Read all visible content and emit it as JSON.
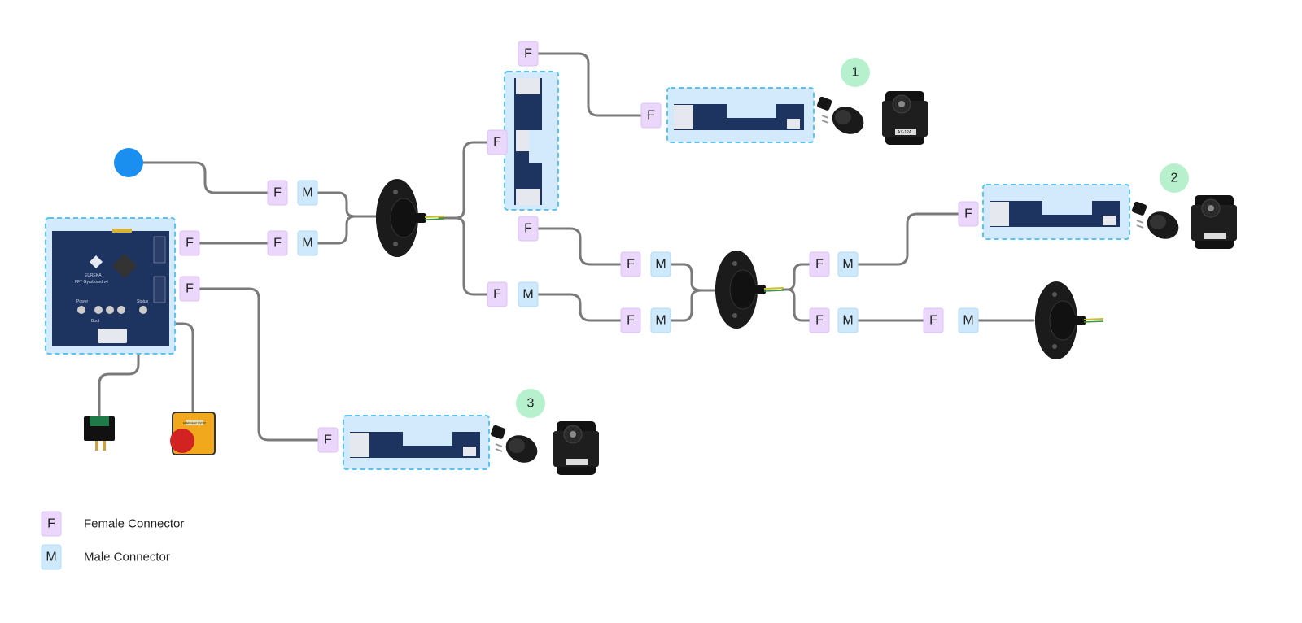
{
  "connectors": [
    "F",
    "M",
    "F",
    "F",
    "M",
    "F",
    "F",
    "F",
    "F",
    "F",
    "F",
    "M",
    "F",
    "M",
    "F",
    "M",
    "F",
    "M",
    "F",
    "M",
    "F",
    "M",
    "F",
    "F"
  ],
  "markers": [
    "1",
    "2",
    "3"
  ],
  "board": {
    "logo_text": "EUREKA",
    "label": "FFT Gyroboard v4",
    "power_label": "Power",
    "status_label": "Status",
    "boot_label": "Boot"
  },
  "servo": {
    "model_label": "AX-12A"
  },
  "estop": {
    "label": "EMERGENCY STOP"
  },
  "legend": {
    "female": {
      "badge": "F",
      "label": "Female Connector"
    },
    "male": {
      "badge": "M",
      "label": "Male Connector"
    }
  },
  "colors": {
    "power_source": "#1a8ff0",
    "female": "#ead7fb",
    "male": "#cde9fb",
    "marker": "#b6f0cd",
    "group_border": "#5bc3f2"
  }
}
